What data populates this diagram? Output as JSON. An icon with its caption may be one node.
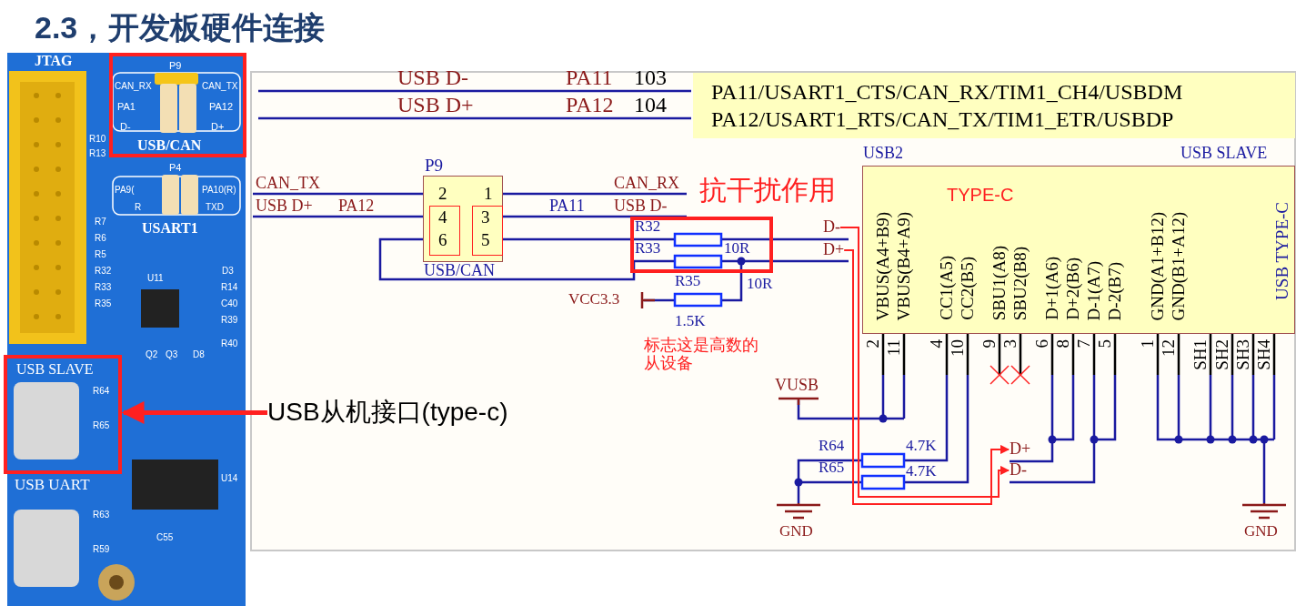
{
  "diagram": {
    "title": "2.3，开发板硬件连接",
    "nodes": [
      {
        "text": [
          "P9",
          "CAN_RX",
          "CAN_TX",
          "PA1",
          "PA12",
          "D-",
          "D+",
          "USB/CAN"
        ]
      },
      {
        "text": [
          "USB SLAVE"
        ]
      },
      {
        "text": [
          "USB从机接口(type-c)"
        ]
      },
      {
        "text": [
          "PA11/USART1_CTS/CAN_RX/TIM1_CH4/USBDM",
          "PA12/USART1_RTS/CAN_TX/TIM1_ETR/USBDP"
        ]
      },
      {
        "text": [
          "P9",
          "2",
          "1",
          "USB/CAN"
        ]
      },
      {
        "text": [
          "4",
          "6"
        ],
        "in": 4
      },
      {
        "text": [
          "3",
          "5"
        ],
        "in": 4
      },
      {
        "text": [
          "抗干扰作用"
        ]
      },
      {
        "text": [
          "D-"
        ]
      },
      {
        "text": [
          "D+"
        ]
      },
      {
        "text": [
          "USB2",
          "USB SLAVE",
          "TYPE-C",
          "VBUS(A4+B9)",
          "VBUS(B4+A9)",
          "CC1(A5)",
          "CC2(B5)",
          "SBU1(A8)",
          "SBU2(B8)",
          "D+1(A6)",
          "D+2(B6)",
          "D-1(A7)",
          "D-2(B7)",
          "GND(A1+B12)",
          "GND(B1+A12)",
          "USB TYPE-C"
        ]
      },
      {
        "text": [
          "D+"
        ]
      },
      {
        "text": [
          "D-"
        ]
      }
    ],
    "edges": [
      {
        "from": 2,
        "to": 1,
        "arrow": "to",
        "style": "thick"
      },
      {
        "from": 8,
        "to": 12,
        "arrow": "to"
      },
      {
        "from": 9,
        "to": 11,
        "arrow": "to"
      }
    ],
    "labels": [
      "JTAG",
      "R10",
      "R13",
      "P4",
      "PA9(",
      "PA10(R)",
      "R",
      "TXD",
      "USART1",
      "R7",
      "R6",
      "R5",
      "R32",
      "R33",
      "R35",
      "U11",
      "D3",
      "R14",
      "C40",
      "R39",
      "R40",
      "Q2",
      "Q3",
      "D8",
      "R64",
      "R65",
      "USB UART",
      "R63",
      "R59",
      "C55",
      "U14",
      "USB D-",
      "PA11",
      "103",
      "USB D+",
      "PA12",
      "104",
      "CAN_TX",
      "USB D+",
      "PA12",
      "PA11",
      "CAN_RX",
      "USB D-",
      "R32",
      "R33",
      "10R",
      "R35",
      "10R",
      "VCC3.3",
      "1.5K",
      "标志这是高数的从设备",
      "VUSB",
      "R64",
      "4.7K",
      "R65",
      "4.7K",
      "GND",
      "GND",
      "2",
      "11",
      "4",
      "10",
      "9",
      "3",
      "6",
      "8",
      "7",
      "5",
      "1",
      "12",
      "SH1",
      "SH2",
      "SH3",
      "SH4"
    ]
  }
}
